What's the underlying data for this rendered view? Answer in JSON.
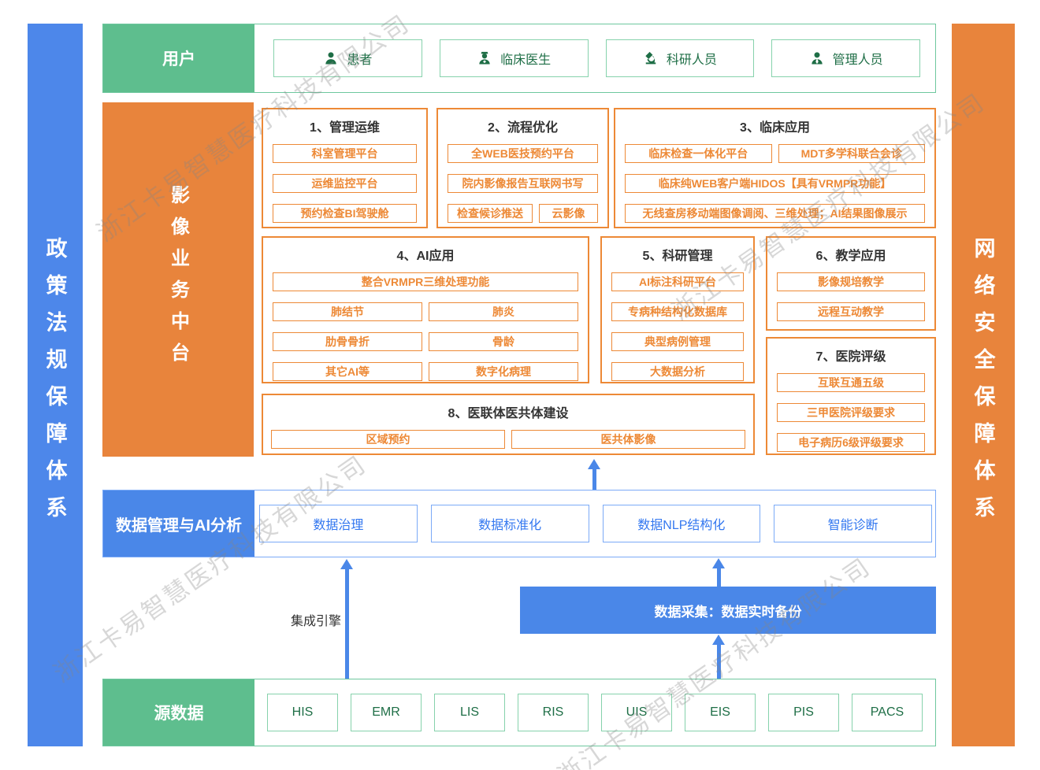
{
  "watermark": {
    "text": "浙江卡易智慧医疗科技有限公司"
  },
  "colors": {
    "green_fill": "#5ebe8e",
    "green_border": "#86d2ac",
    "green_text": "#1e6e46",
    "orange_fill": "#e8843c",
    "orange_accent": "#ed8936",
    "blue_fill": "#4a87e8",
    "blue_border": "#7baaf7",
    "blue_text": "#3478f0",
    "title_text": "#333333"
  },
  "side_bars": {
    "left": {
      "label": "政策法规保障体系"
    },
    "right": {
      "label": "网络安全保障体系"
    }
  },
  "user_row": {
    "header": "用户",
    "items": [
      {
        "label": "患者",
        "icon": "patient-icon"
      },
      {
        "label": "临床医生",
        "icon": "doctor-icon"
      },
      {
        "label": "科研人员",
        "icon": "microscope-icon"
      },
      {
        "label": "管理人员",
        "icon": "manager-icon"
      }
    ]
  },
  "platform": {
    "header": "影像业务中台",
    "sections": [
      {
        "title": "1、管理运维",
        "items": [
          "科室管理平台",
          "运维监控平台",
          "预约检查BI驾驶舱"
        ]
      },
      {
        "title": "2、流程优化",
        "items": [
          "全WEB医技预约平台",
          "院内影像报告互联网书写",
          "检查候诊推送",
          "云影像"
        ]
      },
      {
        "title": "3、临床应用",
        "items": [
          "临床检查一体化平台",
          "MDT多学科联合会诊",
          "临床纯WEB客户端HIDOS【具有VRMPR功能】",
          "无线查房移动端图像调阅、三维处理；AI结果图像展示"
        ]
      },
      {
        "title": "4、AI应用",
        "items": [
          "整合VRMPR三维处理功能",
          "肺结节",
          "肺炎",
          "肋骨骨折",
          "骨龄",
          "其它AI等",
          "数字化病理"
        ]
      },
      {
        "title": "5、科研管理",
        "items": [
          "AI标注科研平台",
          "专病种结构化数据库",
          "典型病例管理",
          "大数据分析"
        ]
      },
      {
        "title": "6、教学应用",
        "items": [
          "影像规培教学",
          "远程互动教学"
        ]
      },
      {
        "title": "7、医院评级",
        "items": [
          "互联互通五级",
          "三甲医院评级要求",
          "电子病历6级评级要求"
        ]
      },
      {
        "title": "8、医联体医共体建设",
        "items": [
          "区域预约",
          "医共体影像"
        ]
      }
    ]
  },
  "data_mgmt_row": {
    "header": "数据管理与AI分析",
    "items": [
      "数据治理",
      "数据标准化",
      "数据NLP结构化",
      "智能诊断"
    ]
  },
  "middle": {
    "integration_label": "集成引擎",
    "collection_label": "数据采集：数据实时备份"
  },
  "source_row": {
    "header": "源数据",
    "items": [
      "HIS",
      "EMR",
      "LIS",
      "RIS",
      "UIS",
      "EIS",
      "PIS",
      "PACS"
    ]
  }
}
